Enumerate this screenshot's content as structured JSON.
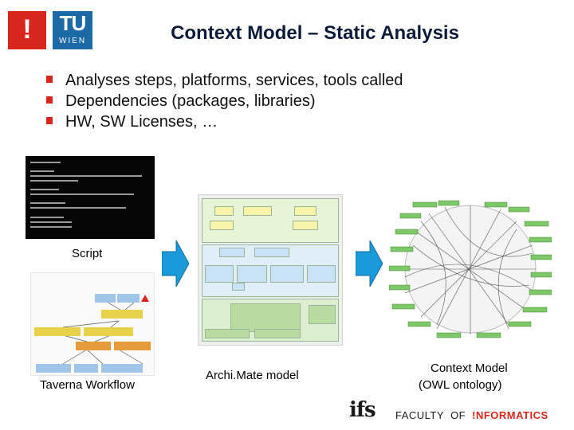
{
  "header": {
    "logo_left": "!",
    "logo_tu": "TU",
    "logo_wien": "WIEN",
    "title": "Context Model – Static Analysis"
  },
  "bullets": [
    "Analyses steps, platforms, services, tools called",
    "Dependencies (packages, libraries)",
    "HW, SW Licenses, …"
  ],
  "figures": {
    "script_label": "Script",
    "taverna_label": "Taverna Workflow",
    "archimate_label": "Archi.Mate model",
    "context_label_line1": "Context Model",
    "context_label_line2": "(OWL ontology)"
  },
  "footer": {
    "ifs": "ifs",
    "faculty": "FACULTY",
    "of": "OF",
    "informatics": "!NFORMATICS"
  },
  "colors": {
    "accent_red": "#d9261c",
    "tu_blue": "#1b6aa5",
    "arrow_blue": "#1a9ad9"
  }
}
